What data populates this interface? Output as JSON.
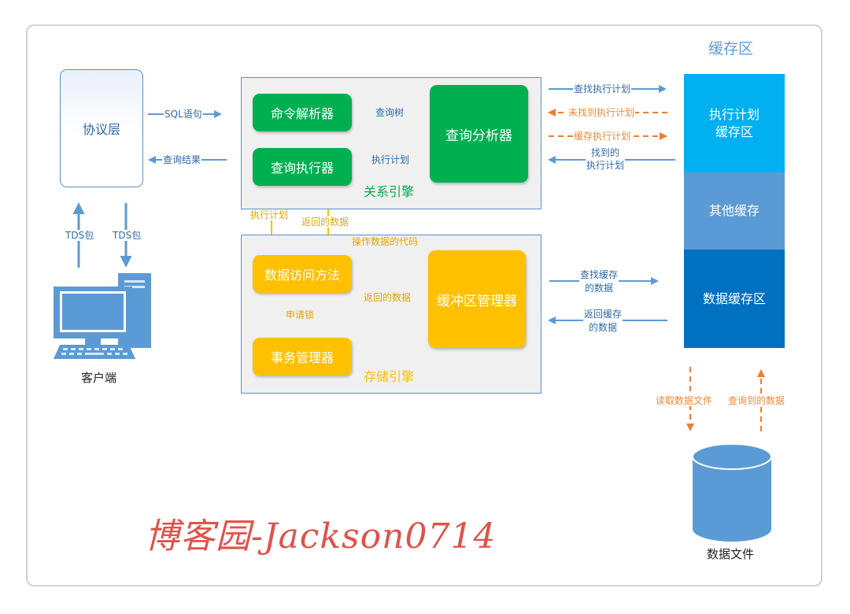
{
  "client": {
    "protocol_layer": "协议层",
    "label": "客户端",
    "tds_up": "TDS包",
    "tds_down": "TDS包",
    "sql_statement": "SQL语句",
    "query_result": "查询结果"
  },
  "relational_engine": {
    "title": "关系引擎",
    "command_parser": "命令解析器",
    "query_analyzer": "查询分析器",
    "query_executor": "查询执行器",
    "query_tree": "查询树",
    "exec_plan": "执行计划"
  },
  "storage_engine": {
    "title": "存储引擎",
    "data_access": "数据访问方法",
    "transaction_manager": "事务管理器",
    "buffer_manager": "缓冲区管理器",
    "exec_plan_down": "执行计划",
    "returned_data_up": "返回的数据",
    "data_op_code": "操作数据的代码",
    "returned_data": "返回的数据",
    "request_lock": "申请锁"
  },
  "cache": {
    "title": "缓存区",
    "plan_cache": "执行计划\n缓存区",
    "other_cache": "其他缓存",
    "data_cache": "数据缓存区",
    "find_plan": "查找执行计划",
    "plan_not_found": "未找到执行计划",
    "cache_plan": "缓存执行计划",
    "found_plan": "找到的\n执行计划",
    "find_cached_data": "查找缓存\n的数据",
    "return_cached_data": "返回缓存\n的数据",
    "read_data_file": "读取数据文件",
    "queried_data": "查询到的数据"
  },
  "data_file": {
    "label": "数据文件"
  },
  "watermark": "博客园-Jackson0714",
  "colors": {
    "green": "#00b050",
    "orange": "#ffc000",
    "blue_arrow": "#5b9bd5",
    "orange_dash": "#ed7d31",
    "plan_cache": "#00b0f0",
    "other_cache": "#5b9bd5",
    "data_cache": "#0070c0",
    "watermark": "#e0524a"
  }
}
